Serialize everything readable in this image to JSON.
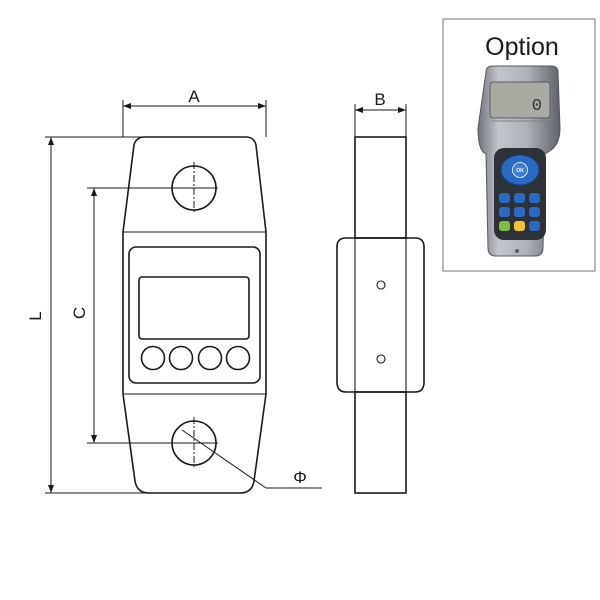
{
  "dimensions": {
    "width_label": "A",
    "depth_label": "B",
    "height_label": "L",
    "center_distance_label": "C",
    "hole_diameter_label": "Φ"
  },
  "option_box": {
    "title": "Option",
    "remote_display_value": "0",
    "remote_center_key": "OK"
  },
  "colors": {
    "line": "#1a1a1a",
    "remote_body": "#9a9ea4",
    "remote_lcd": "#a9aaa2",
    "key_blue": "#2a69c4",
    "key_green": "#7fbf3a",
    "key_yellow": "#f3c233"
  }
}
